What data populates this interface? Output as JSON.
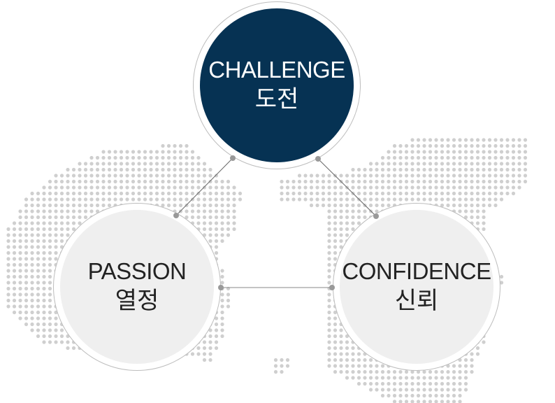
{
  "nodes": {
    "challenge": {
      "en": "CHALLENGE",
      "ko": "도전"
    },
    "passion": {
      "en": "PASSION",
      "ko": "열정"
    },
    "confidence": {
      "en": "CONFIDENCE",
      "ko": "신뢰"
    }
  },
  "colors": {
    "challenge_fill": "#063253",
    "node_fill": "#efefef",
    "map_dot": "#cfcfcf",
    "connector": "#999999"
  }
}
